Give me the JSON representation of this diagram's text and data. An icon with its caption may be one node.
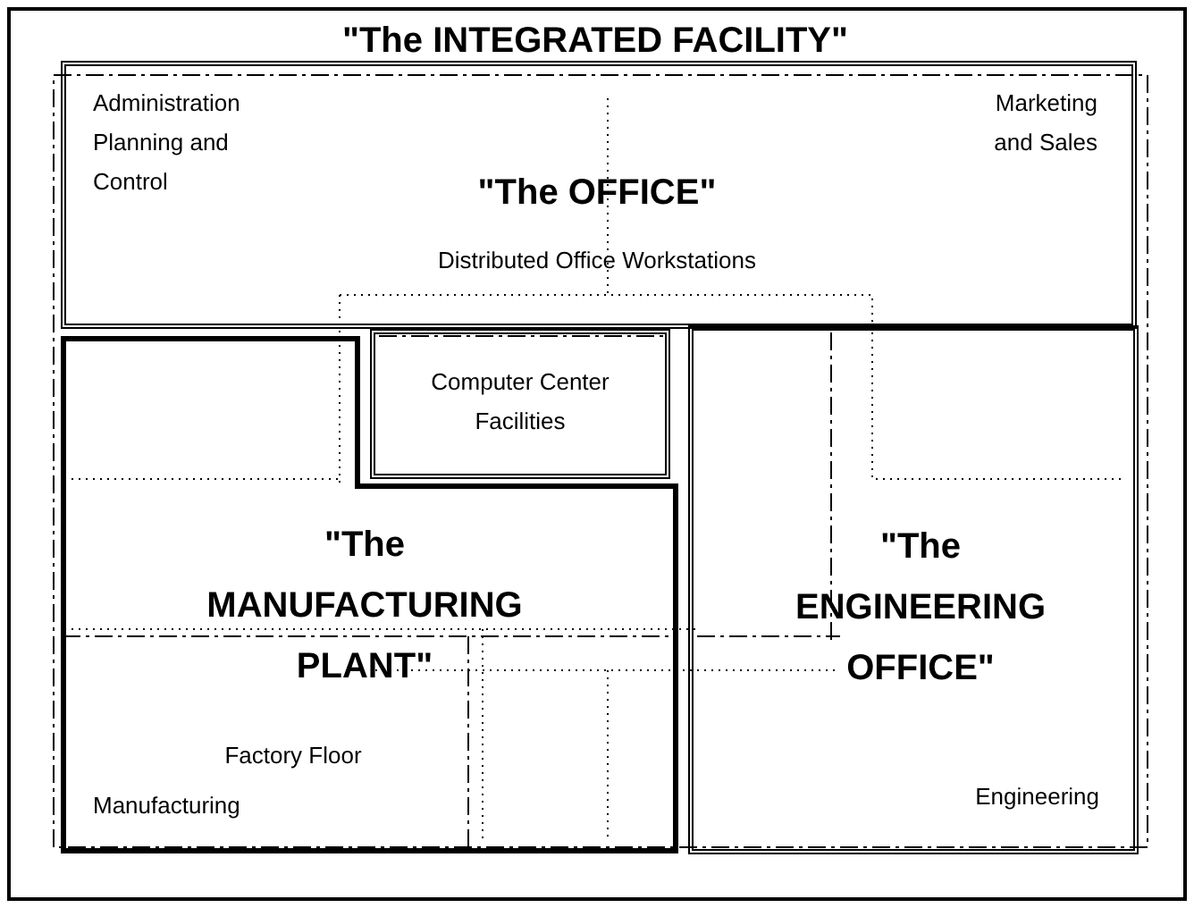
{
  "diagram": {
    "nodes": [
      {
        "text": [
          "\"The INTEGRATED FACILITY\""
        ]
      },
      {
        "text": [
          "\"The OFFICE\"",
          "Administration",
          "Planning and Control",
          "Marketing and Sales",
          "Distributed Office Workstations"
        ],
        "in": 0
      },
      {
        "text": [
          "Computer Center Facilities"
        ],
        "in": 0
      },
      {
        "text": [
          "\"The MANUFACTURING PLANT\"",
          "Factory Floor",
          "Manufacturing"
        ],
        "in": 0
      },
      {
        "text": [
          "\"The ENGINEERING OFFICE\"",
          "Engineering"
        ],
        "in": 0
      }
    ]
  }
}
